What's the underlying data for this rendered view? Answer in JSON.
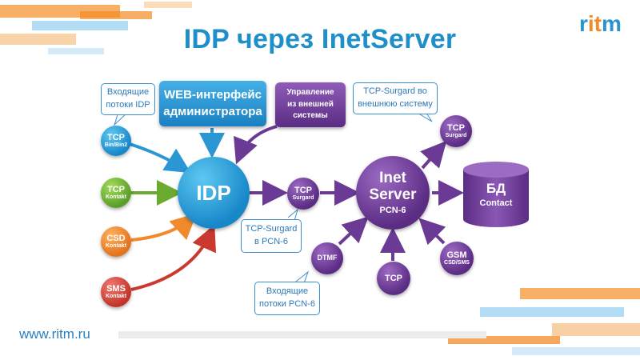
{
  "title": "IDP через InetServer",
  "logo": {
    "pre": "r",
    "accent": "it",
    "post": "m"
  },
  "footer": {
    "url": "www.ritm.ru"
  },
  "diagram": {
    "center": {
      "label": "IDP"
    },
    "web_box": {
      "line1": "WEB-интерфейс",
      "line2": "администратора"
    },
    "ext_box": {
      "line1": "Управление",
      "line2": "из внешней",
      "line3": "системы"
    },
    "callouts": {
      "incoming_idp": {
        "line1": "Входящие",
        "line2": "потоки IDP"
      },
      "surgard_pcn": {
        "line1": "TCP-Surgard",
        "line2": "в PCN-6"
      },
      "surgard_ext": {
        "line1": "TCP-Surgard во",
        "line2": "внешнюю систему"
      },
      "incoming_pcn": {
        "line1": "Входящие",
        "line2": "потоки PCN-6"
      }
    },
    "inputs": [
      {
        "main": "TCP",
        "sub": "Bin/Bin2"
      },
      {
        "main": "TCP",
        "sub": "Kontakt"
      },
      {
        "main": "CSD",
        "sub": "Kontakt"
      },
      {
        "main": "SMS",
        "sub": "Kontakt"
      }
    ],
    "tcp_surgard_mid": {
      "main": "TCP",
      "sub": "Surgard"
    },
    "tcp_surgard_top": {
      "main": "TCP",
      "sub": "Surgard"
    },
    "inet_server": {
      "line1": "Inet",
      "line2": "Server",
      "line3": "PCN-6"
    },
    "database": {
      "main": "БД",
      "sub": "Contact"
    },
    "pcn_inputs": {
      "dtmf": {
        "main": "DTMF"
      },
      "tcp": {
        "main": "TCP"
      },
      "gsm": {
        "main": "GSM",
        "sub": "CSD/SMS"
      }
    }
  },
  "colors": {
    "title": "#1f8fc9",
    "idp_blue": "#1e8fd0",
    "green": "#6aaa2e",
    "orange": "#f08a2c",
    "red": "#c9392f",
    "purple": "#6a3a94",
    "logo_accent": "#f28a25"
  }
}
